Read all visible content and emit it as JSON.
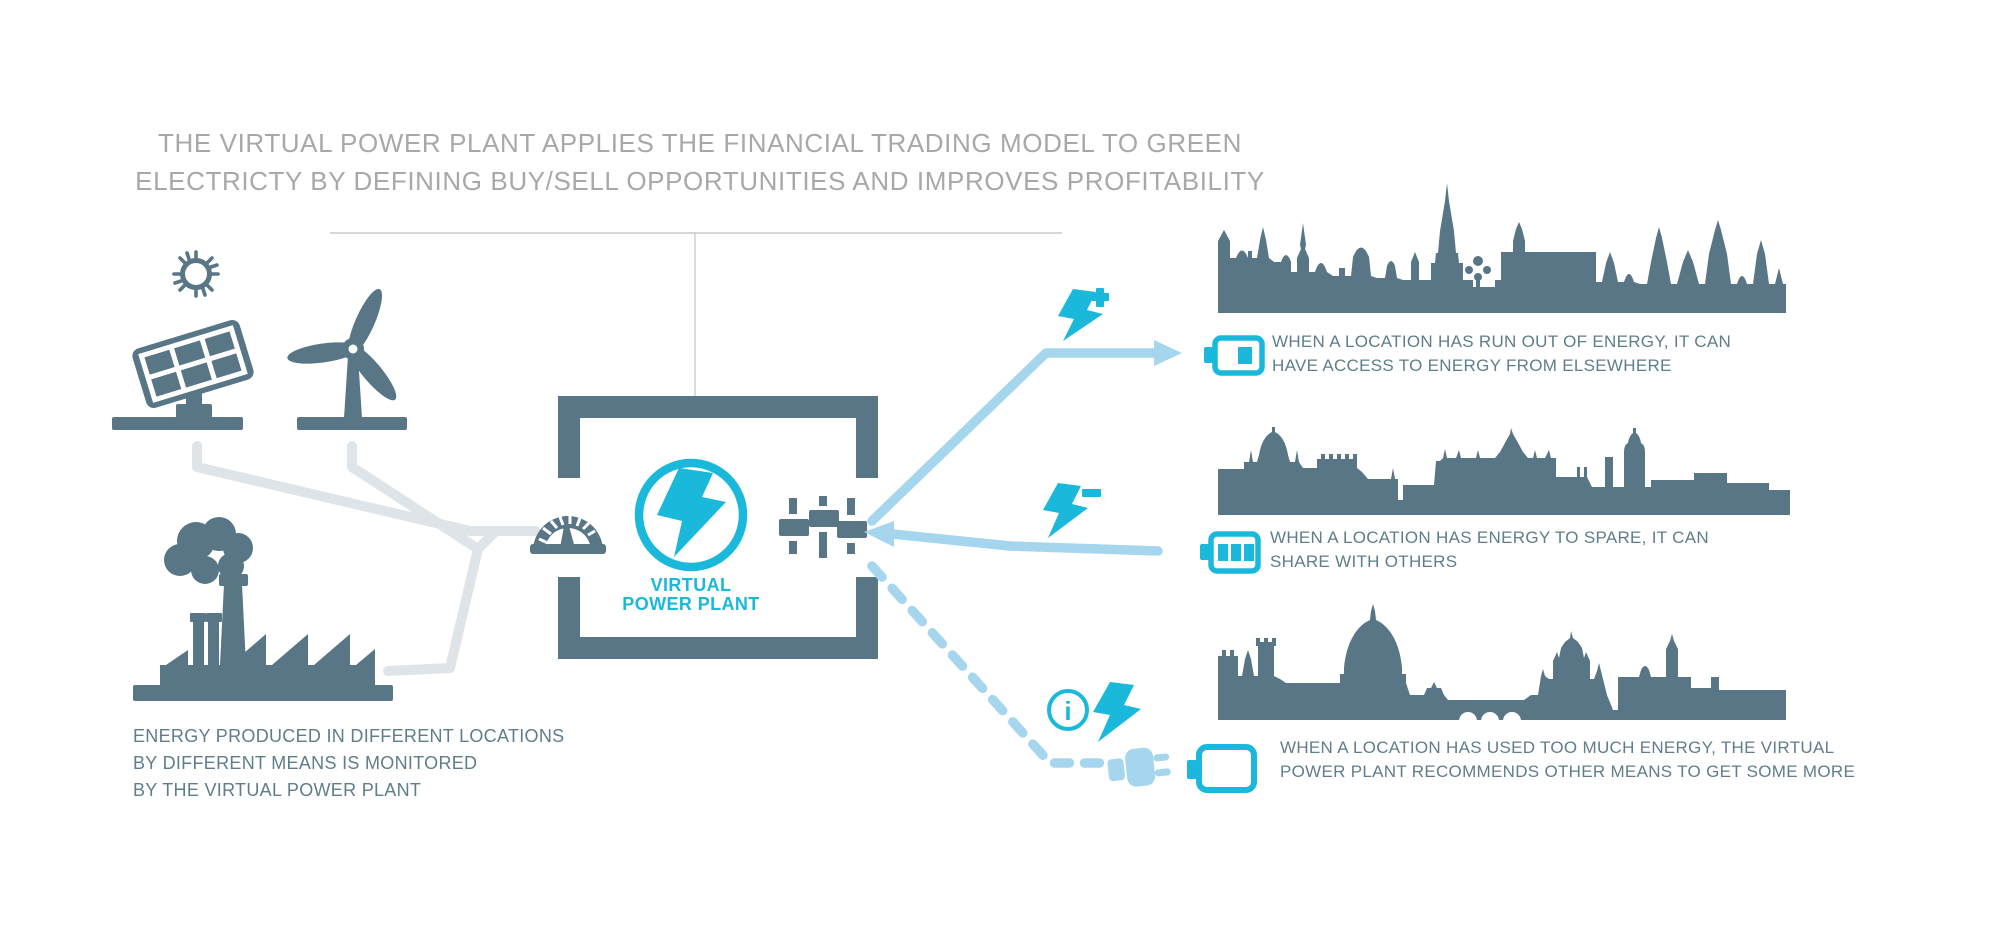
{
  "title": {
    "line1": "THE VIRTUAL POWER PLANT APPLIES THE FINANCIAL TRADING MODEL TO GREEN",
    "line2": "ELECTRICTY BY DEFINING BUY/SELL OPPORTUNITIES AND IMPROVES PROFITABILITY"
  },
  "sources": {
    "caption_lines": [
      "ENERGY PRODUCED IN DIFFERENT LOCATIONS",
      "BY DIFFERENT MEANS IS MONITORED",
      "BY THE VIRTUAL POWER PLANT"
    ],
    "icons": [
      "sun-icon",
      "solar-panel-icon",
      "wind-turbine-icon",
      "factory-icon"
    ]
  },
  "hub": {
    "label_line1": "VIRTUAL",
    "label_line2": "POWER PLANT",
    "icons": [
      "gauge-icon",
      "power-bolt-icon",
      "sliders-icon"
    ]
  },
  "rows": [
    {
      "icon": "bolt-plus-icon",
      "battery_state": "low",
      "battery_cells": 1,
      "lines": [
        "WHEN A LOCATION HAS RUN OUT OF ENERGY, IT CAN",
        "HAVE ACCESS TO ENERGY FROM ELSEWHERE"
      ]
    },
    {
      "icon": "bolt-minus-icon",
      "battery_state": "full",
      "battery_cells": 3,
      "lines": [
        "WHEN A LOCATION HAS ENERGY TO SPARE, IT CAN",
        "SHARE WITH OTHERS"
      ]
    },
    {
      "icon": "info-bolt-icon",
      "battery_state": "empty",
      "battery_cells": 0,
      "lines": [
        "WHEN A LOCATION HAS USED TOO MUCH ENERGY, THE VIRTUAL",
        "POWER PLANT RECOMMENDS OTHER MEANS TO GET SOME MORE"
      ]
    }
  ],
  "symbols": {
    "info": "i"
  },
  "colors": {
    "slate": "#587685",
    "cyan": "#1ab9dc",
    "light_blue": "#a6d6ee",
    "connector_gray": "#dfe4e8",
    "title_gray": "#a8a8a8",
    "text_slate": "#5f7d8b",
    "thin_line": "#c9c9c9"
  }
}
